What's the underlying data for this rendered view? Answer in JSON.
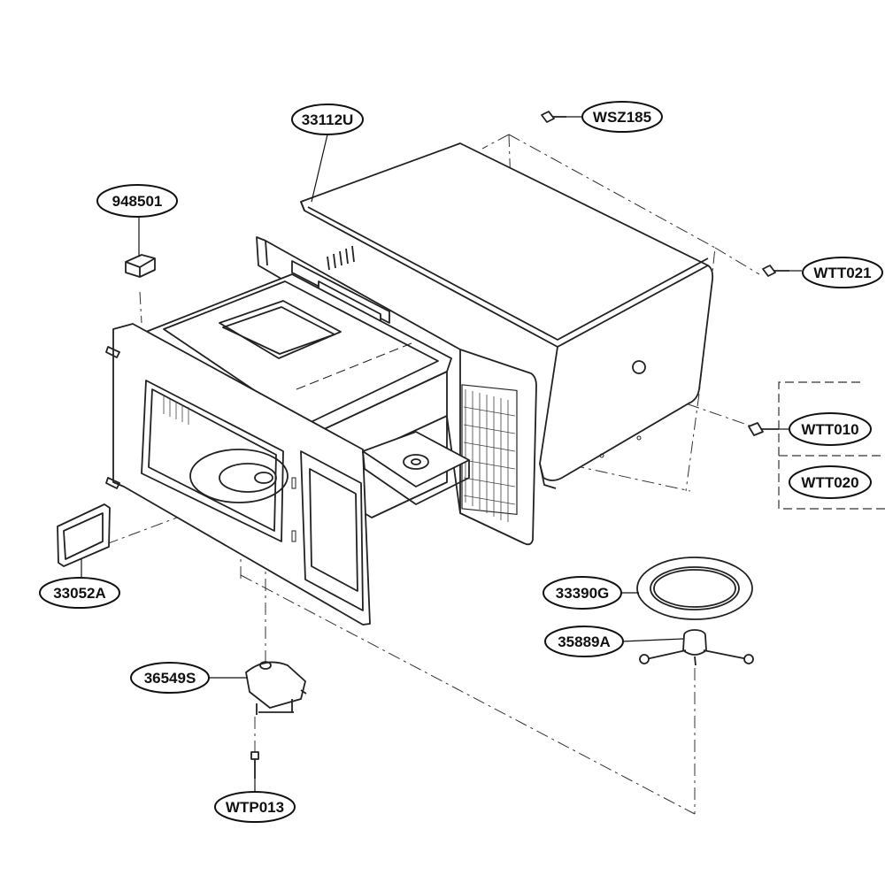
{
  "parts": [
    {
      "id": "33112U",
      "label": "33112U"
    },
    {
      "id": "WSZ185",
      "label": "WSZ185"
    },
    {
      "id": "948501",
      "label": "948501"
    },
    {
      "id": "WTT021",
      "label": "WTT021"
    },
    {
      "id": "WTT010",
      "label": "WTT010"
    },
    {
      "id": "WTT020",
      "label": "WTT020"
    },
    {
      "id": "33052A",
      "label": "33052A"
    },
    {
      "id": "33390G",
      "label": "33390G"
    },
    {
      "id": "35889A",
      "label": "35889A"
    },
    {
      "id": "36549S",
      "label": "36549S"
    },
    {
      "id": "WTP013",
      "label": "WTP013"
    }
  ]
}
